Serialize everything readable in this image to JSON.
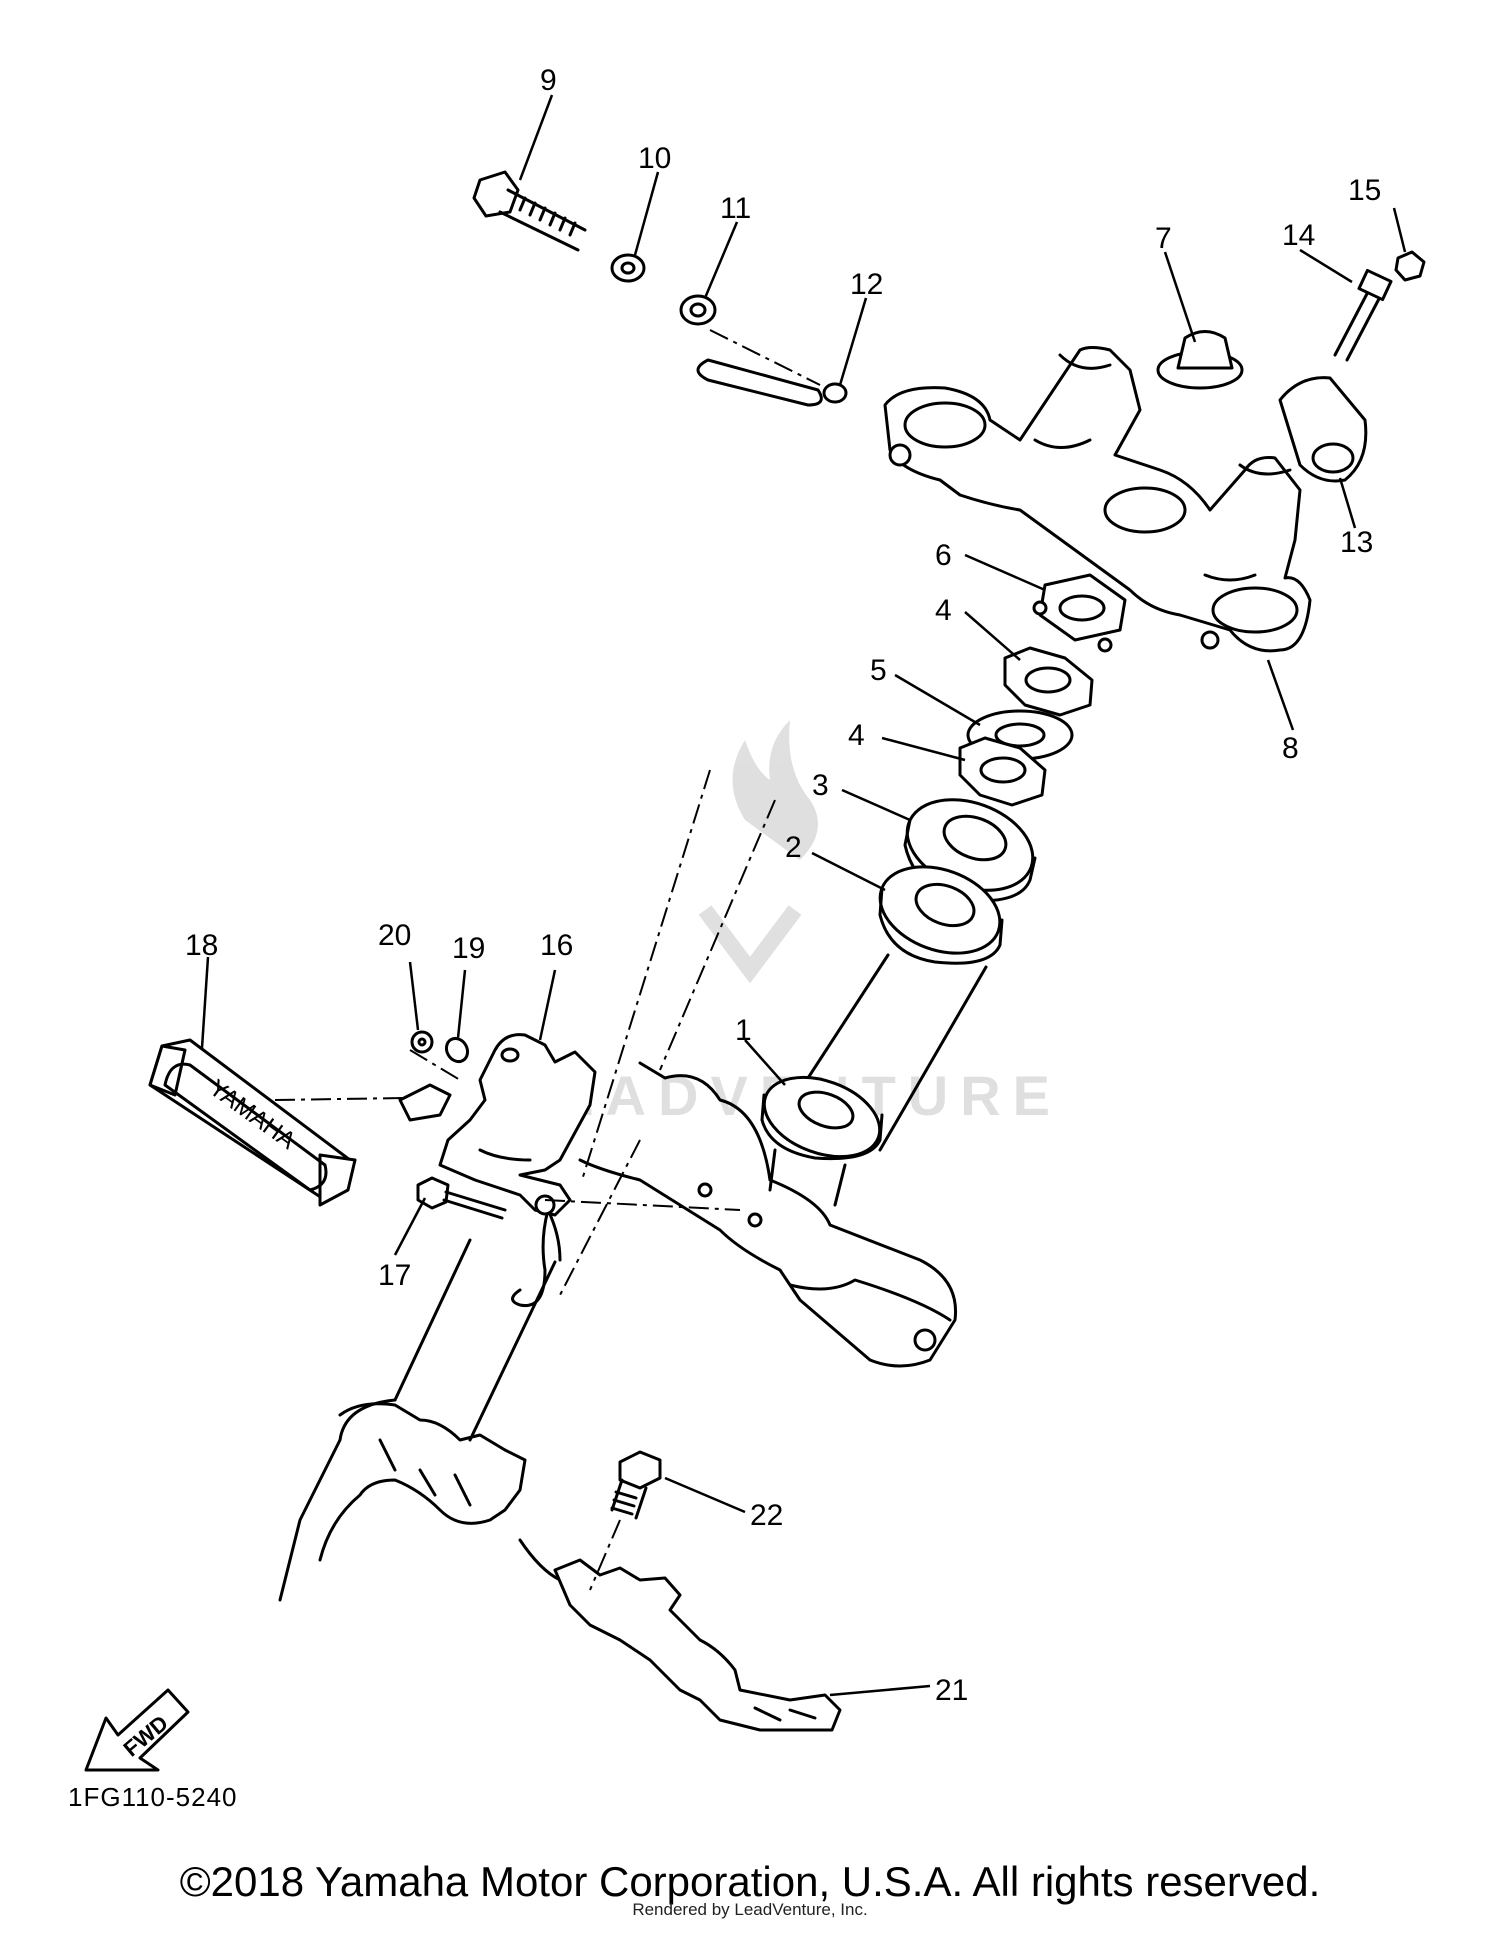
{
  "diagram": {
    "callouts": [
      "9",
      "10",
      "11",
      "12",
      "7",
      "15",
      "14",
      "13",
      "6",
      "4",
      "5",
      "4",
      "8",
      "3",
      "2",
      "1",
      "18",
      "20",
      "19",
      "16",
      "17",
      "22",
      "21"
    ],
    "watermark": "LEADVENTURE",
    "fwd_label": "FWD",
    "emblem_label": "YAMAHA",
    "diagram_code": "1FG110-5240"
  },
  "footer": {
    "copyright": "©2018 Yamaha Motor Corporation, U.S.A. All rights reserved.",
    "render_credit": "Rendered by LeadVenture, Inc."
  }
}
